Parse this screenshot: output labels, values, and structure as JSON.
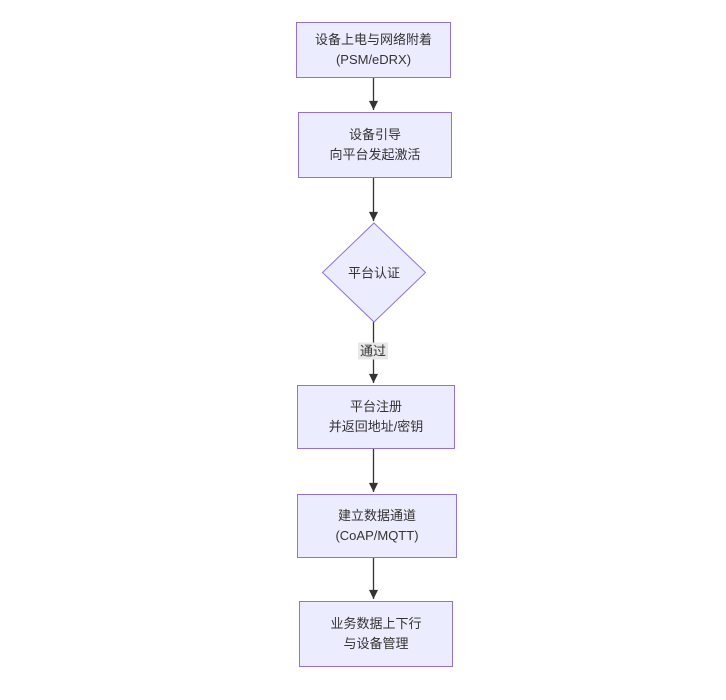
{
  "diagram": {
    "type": "flowchart",
    "direction": "top-down",
    "nodes": [
      {
        "id": "power-attach",
        "shape": "rect",
        "lines": [
          "设备上电与网络附着",
          "(PSM/eDRX)"
        ]
      },
      {
        "id": "bootstrap",
        "shape": "rect",
        "lines": [
          "设备引导",
          "向平台发起激活"
        ]
      },
      {
        "id": "platform-auth",
        "shape": "diamond",
        "lines": [
          "平台认证"
        ]
      },
      {
        "id": "register",
        "shape": "rect",
        "lines": [
          "平台注册",
          "并返回地址/密钥"
        ]
      },
      {
        "id": "data-channel",
        "shape": "rect",
        "lines": [
          "建立数据通道",
          "(CoAP/MQTT)"
        ]
      },
      {
        "id": "business",
        "shape": "rect",
        "lines": [
          "业务数据上下行",
          "与设备管理"
        ]
      }
    ],
    "edges": [
      {
        "from": "power-attach",
        "to": "bootstrap",
        "label": ""
      },
      {
        "from": "bootstrap",
        "to": "platform-auth",
        "label": ""
      },
      {
        "from": "platform-auth",
        "to": "register",
        "label": "通过"
      },
      {
        "from": "register",
        "to": "data-channel",
        "label": ""
      },
      {
        "from": "data-channel",
        "to": "business",
        "label": ""
      }
    ],
    "colors": {
      "node_fill": "#ECECFF",
      "node_border": "#9370DB",
      "edge_line": "#333333",
      "text": "#333333",
      "edge_label_bg": "#E8E8E8",
      "background": "#FFFFFF"
    }
  }
}
